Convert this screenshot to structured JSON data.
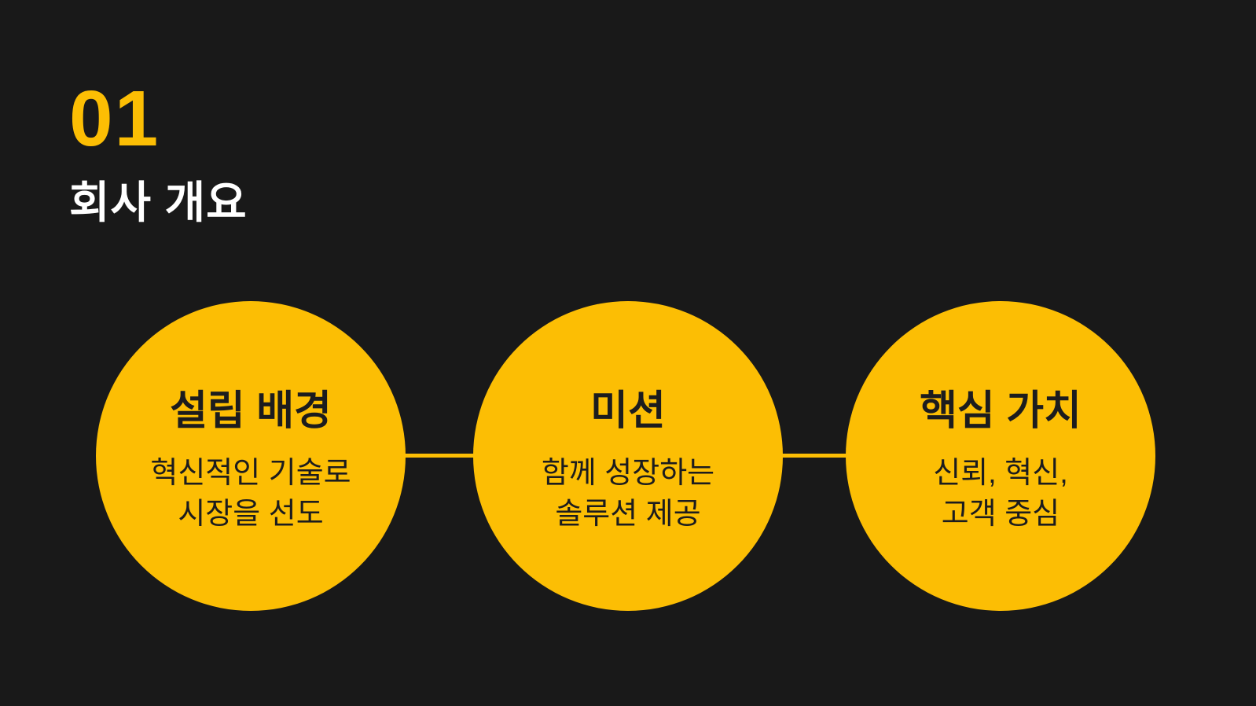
{
  "header": {
    "section_number": "01",
    "section_title": "회사 개요"
  },
  "colors": {
    "background": "#191919",
    "accent_yellow": "#FCBE04",
    "title_white": "#FFFFFF",
    "circle_text": "#1C1C1E"
  },
  "diagram": {
    "nodes": [
      {
        "id": "founding-background",
        "title": "설립 배경",
        "lines": [
          "혁신적인 기술로",
          "시장을 선도"
        ]
      },
      {
        "id": "mission",
        "title": "미션",
        "lines": [
          "함께 성장하는",
          "솔루션 제공"
        ]
      },
      {
        "id": "core-values",
        "title": "핵심 가치",
        "lines": [
          "신뢰, 혁신,",
          "고객 중심"
        ]
      }
    ]
  }
}
